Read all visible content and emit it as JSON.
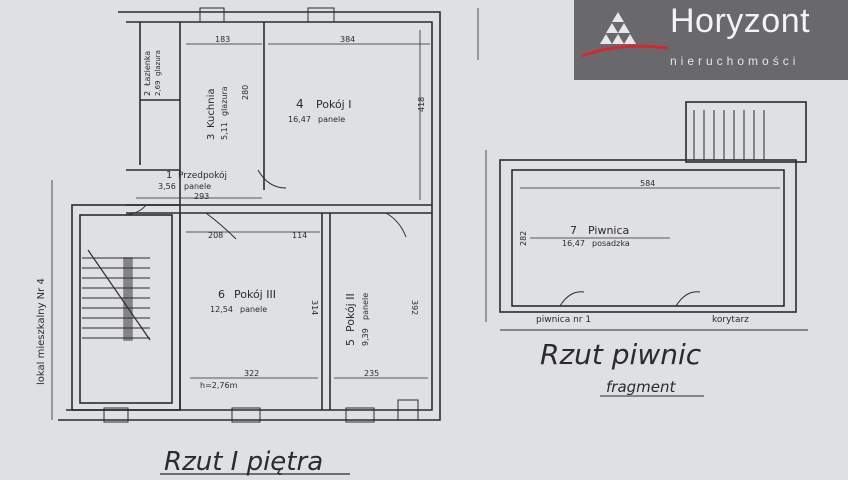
{
  "logo": {
    "name": "Horyzont",
    "subtitle": "nieruchomości",
    "accent": "#d4282d"
  },
  "first_floor": {
    "title": "Rzut I piętra",
    "side_label": "lokal mieszkalny Nr 4",
    "rooms": [
      {
        "no": "1",
        "name": "Przedpokój",
        "area": "3,56",
        "finish": "panele"
      },
      {
        "no": "2",
        "name": "Łazienka",
        "area": "2,69",
        "finish": "glazura"
      },
      {
        "no": "3",
        "name": "Kuchnia",
        "area": "5,11",
        "finish": "glazura"
      },
      {
        "no": "4",
        "name": "Pokój I",
        "area": "16,47",
        "finish": "panele"
      },
      {
        "no": "5",
        "name": "Pokój II",
        "area": "9,39",
        "finish": "panele"
      },
      {
        "no": "6",
        "name": "Pokój III",
        "area": "12,54",
        "finish": "panele"
      }
    ],
    "dims": {
      "d183": "183",
      "d384": "384",
      "d418": "418",
      "d280": "280",
      "d293": "293",
      "d208": "208",
      "d114": "114",
      "d314": "314",
      "d392": "392",
      "d322": "322",
      "d235": "235",
      "height": "h=2,76m"
    }
  },
  "basement": {
    "title": "Rzut piwnic",
    "subtitle": "fragment",
    "room": {
      "no": "7",
      "name": "Piwnica",
      "area": "16,47",
      "finish": "posadzka"
    },
    "corridor": "korytarz",
    "cellar_label": "piwnica nr 1",
    "dims": {
      "d584": "584",
      "d282": "282"
    }
  }
}
